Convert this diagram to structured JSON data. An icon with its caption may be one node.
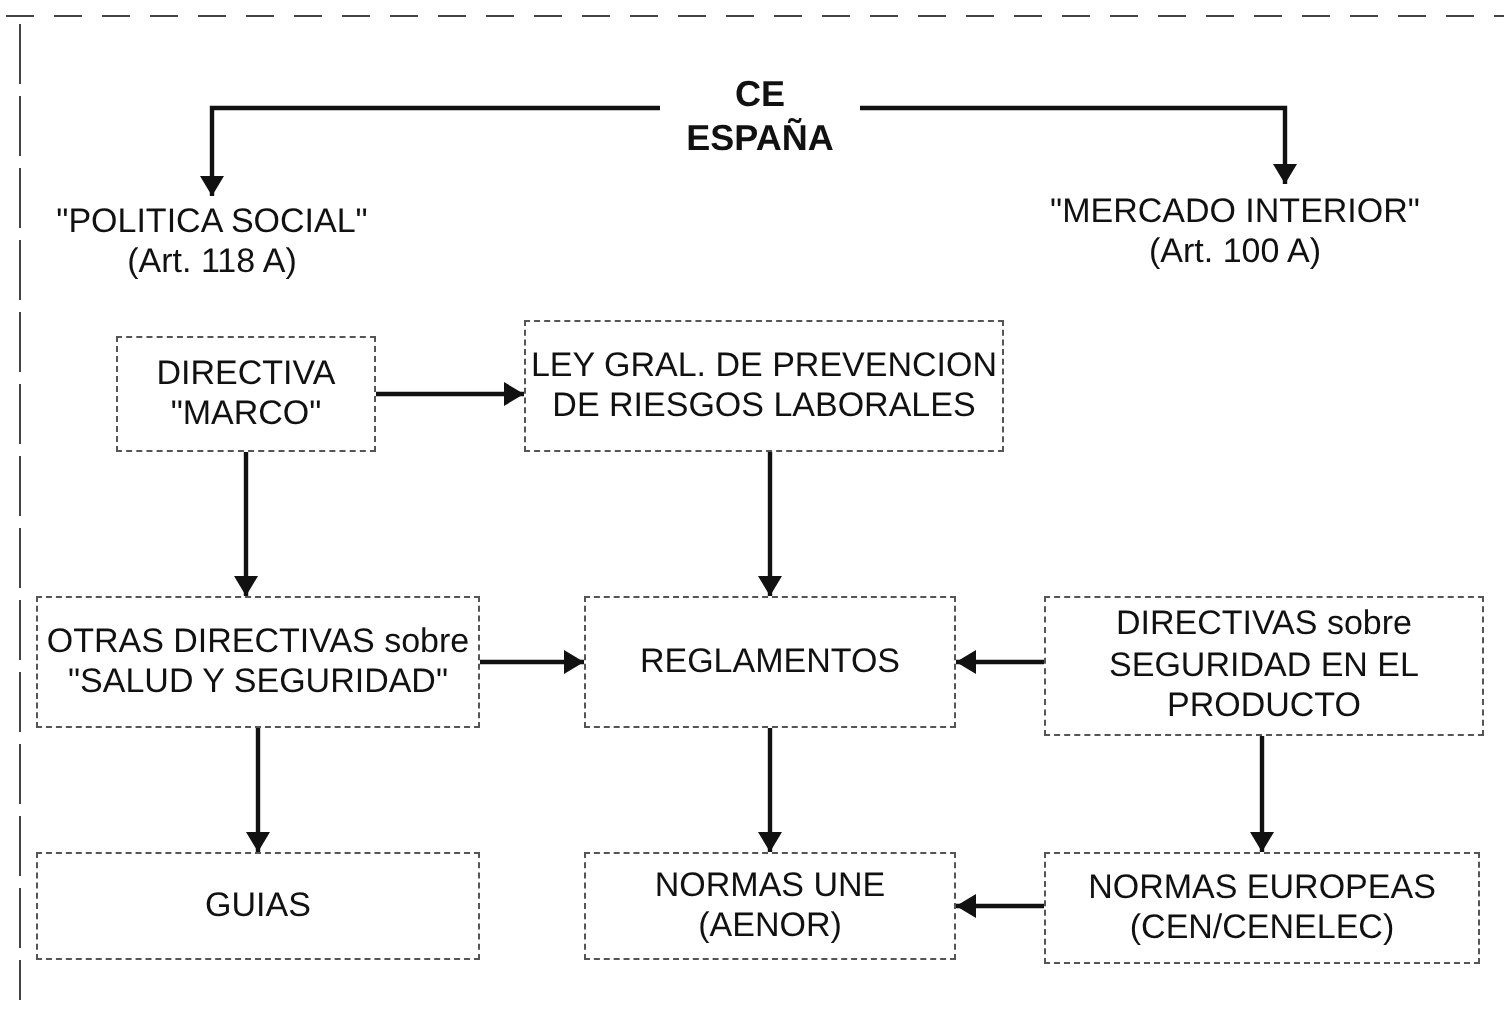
{
  "diagram": {
    "nodes": [
      {
        "text": [
          "CE ESPAÑA"
        ]
      },
      {
        "text": [
          "\"POLITICA SOCIAL\"",
          "(Art. 118 A)"
        ]
      },
      {
        "text": [
          "\"MERCADO INTERIOR\"",
          "(Art. 100 A)"
        ]
      },
      {
        "text": [
          "DIRECTIVA \"MARCO\""
        ]
      },
      {
        "text": [
          "LEY GRAL. DE PREVENCION DE RIESGOS LABORALES"
        ]
      },
      {
        "text": [
          "OTRAS DIRECTIVAS sobre \"SALUD Y SEGURIDAD\""
        ]
      },
      {
        "text": [
          "REGLAMENTOS"
        ]
      },
      {
        "text": [
          "DIRECTIVAS sobre SEGURIDAD EN EL PRODUCTO"
        ]
      },
      {
        "text": [
          "GUIAS"
        ]
      },
      {
        "text": [
          "NORMAS UNE (AENOR)"
        ]
      },
      {
        "text": [
          "NORMAS EUROPEAS (CEN/CENELEC)"
        ]
      }
    ],
    "edges": [
      {
        "from": 0,
        "to": 1,
        "arrow": "to"
      },
      {
        "from": 0,
        "to": 2,
        "arrow": "to"
      },
      {
        "from": 3,
        "to": 4,
        "arrow": "to"
      },
      {
        "from": 3,
        "to": 5,
        "arrow": "to"
      },
      {
        "from": 4,
        "to": 6,
        "arrow": "to"
      },
      {
        "from": 5,
        "to": 6,
        "arrow": "to"
      },
      {
        "from": 7,
        "to": 6,
        "arrow": "to"
      },
      {
        "from": 5,
        "to": 8,
        "arrow": "to"
      },
      {
        "from": 6,
        "to": 9,
        "arrow": "to"
      },
      {
        "from": 7,
        "to": 10,
        "arrow": "to"
      },
      {
        "from": 10,
        "to": 9,
        "arrow": "to"
      }
    ]
  }
}
